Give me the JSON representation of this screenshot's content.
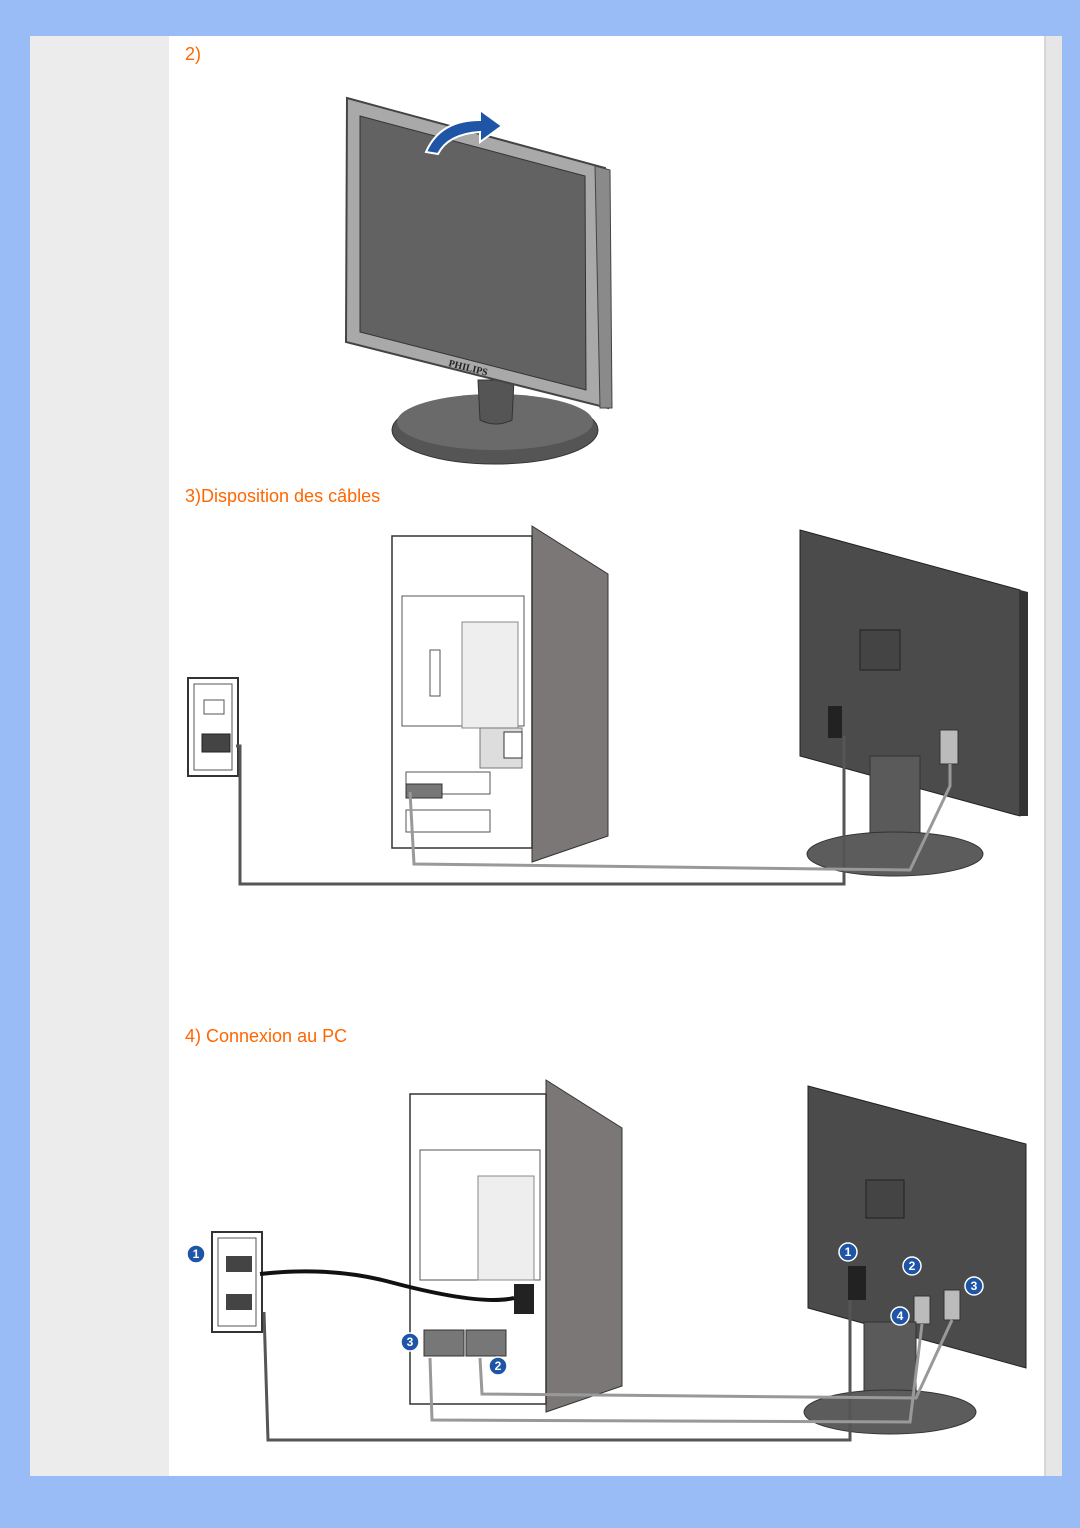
{
  "sections": [
    {
      "heading": "2)"
    },
    {
      "heading": "3)Disposition des câbles"
    },
    {
      "heading": "4) Connexion au PC"
    }
  ],
  "monitor_front": {
    "brand": "PHILIPS"
  },
  "markers": [
    "1",
    "2",
    "3",
    "4"
  ],
  "colors": {
    "page_bg": "#99bbf6",
    "heading": "#ff6600",
    "badge": "#1e55a6",
    "arrow": "#1e55a6"
  }
}
